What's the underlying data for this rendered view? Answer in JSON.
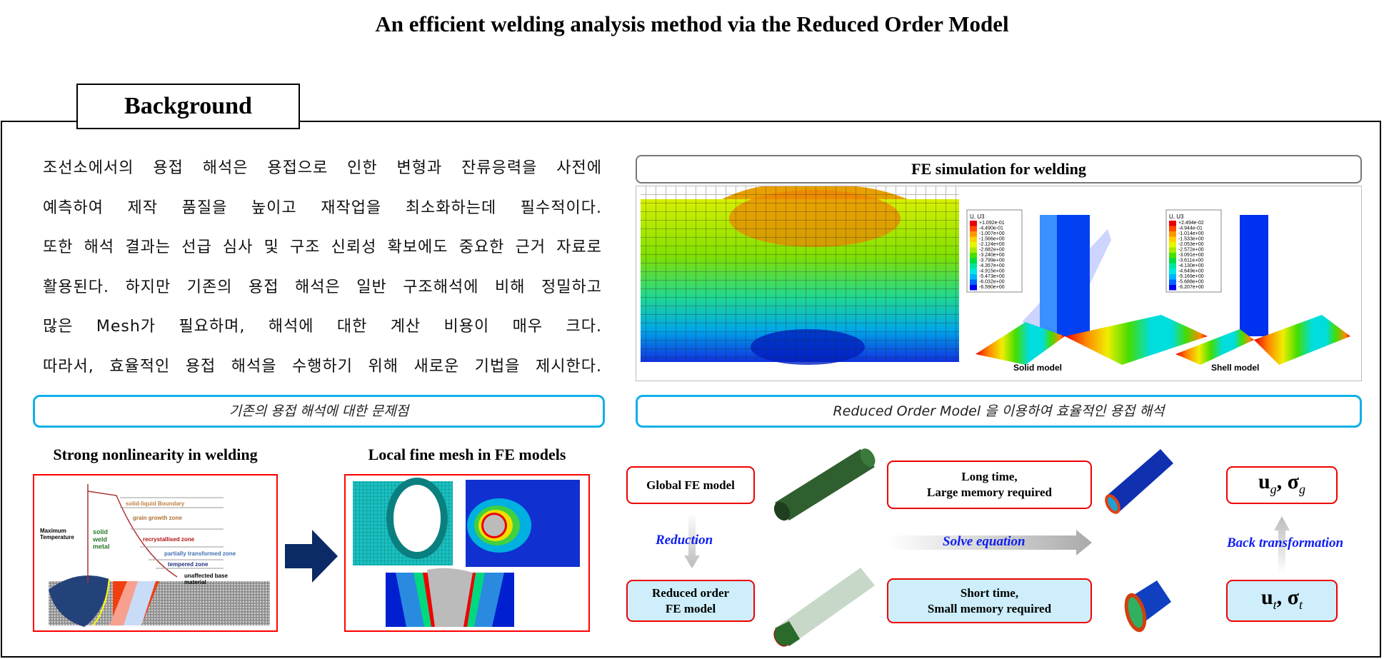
{
  "title": "An efficient welding analysis method via the Reduced Order Model",
  "section_tab": "Background",
  "paragraph": [
    "조선소에서의 용접 해석은 용접으로 인한 변형과 잔류응력을 사전에",
    "예측하여 제작 품질을 높이고 재작업을 최소화하는데 필수적이다.",
    "또한 해석 결과는 선급 심사 및 구조 신뢰성 확보에도 중요한 근거 자료로",
    "활용된다. 하지만 기존의 용접 해석은 일반 구조해석에 비해 정밀하고",
    "많은 Mesh가 필요하며, 해석에 대한 계산 비용이 매우 크다.",
    "따라서, 효율적인 용접 해석을 수행하기 위해 새로운 기법을 제시한다."
  ],
  "left_heading": "기존의 용접 해석에 대한 문제점",
  "right_heading": "Reduced Order Model 을 이용하여 효율적인 용접 해석",
  "fe_sim": {
    "title": "FE simulation for welding",
    "legend_title": "U, U3",
    "solid_legend": [
      "+1.092e-01",
      "-4.490e-01",
      "-1.007e+00",
      "-1.566e+00",
      "-2.124e+00",
      "-2.682e+00",
      "-3.240e+00",
      "-3.799e+00",
      "-4.357e+00",
      "-4.915e+00",
      "-5.473e+00",
      "-6.032e+00",
      "-6.590e+00"
    ],
    "shell_legend": [
      "+2.494e-02",
      "-4.944e-01",
      "-1.014e+00",
      "-1.533e+00",
      "-2.053e+00",
      "-2.572e+00",
      "-3.091e+00",
      "-3.611e+00",
      "-4.130e+00",
      "-4.649e+00",
      "-5.169e+00",
      "-5.688e+00",
      "-6.207e+00"
    ],
    "legend_colors": [
      "#e8000a",
      "#ff4a00",
      "#ff9600",
      "#ffd000",
      "#e6f500",
      "#a8ea00",
      "#46e000",
      "#00dc46",
      "#00e6a0",
      "#00e6e6",
      "#00b4ff",
      "#0064ff",
      "#0000f0"
    ],
    "solid_label": "Solid model",
    "shell_label": "Shell model"
  },
  "fig1": {
    "title": "Strong nonlinearity in welding",
    "max_temp": "Maximum\nTemperature",
    "solid_weld": "solid\nweld\nmetal",
    "zones": [
      "solid-liquid Boundary",
      "grain growth zone",
      "recrystallised zone",
      "partially transformed zone",
      "tempered zone"
    ],
    "unaffected": "unaffected base\nmaterial"
  },
  "fig2": {
    "title": "Local fine mesh in FE models"
  },
  "flow": {
    "global": "Global FE model",
    "reduced": "Reduced order\nFE model",
    "long": "Long time,\nLarge memory required",
    "short": "Short time,\nSmall memory required",
    "reduction": "Reduction",
    "solve": "Solve equation",
    "back": "Back transformation",
    "ug": "u",
    "ug_sub": "g",
    "sg": "σ",
    "sg_sub": "g",
    "ut": "u",
    "ut_sub": "t",
    "st": "σ",
    "st_sub": "t"
  }
}
